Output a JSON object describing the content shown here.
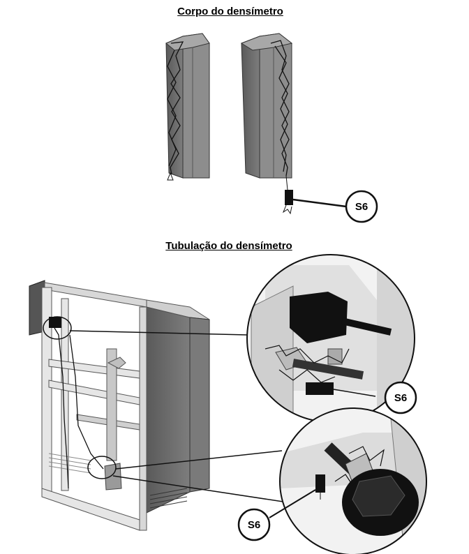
{
  "headings": {
    "body": "Corpo do densímetro",
    "tubing": "Tubulação do densímetro"
  },
  "callouts": [
    {
      "label": "S6"
    },
    {
      "label": "S6"
    },
    {
      "label": "S6"
    }
  ],
  "colors": {
    "panel_dark": "#6b6b6b",
    "panel_mid": "#8a8a8a",
    "panel_light": "#b8b8b8",
    "frame": "#e4e4e4",
    "black": "#111111"
  }
}
